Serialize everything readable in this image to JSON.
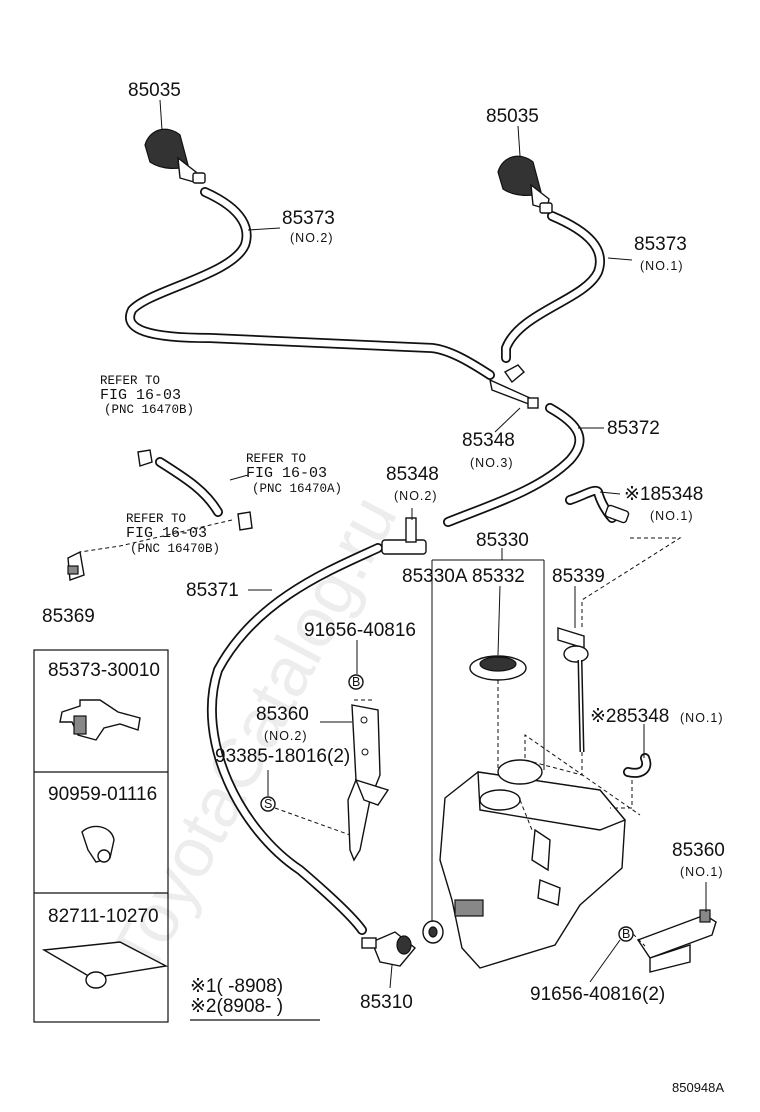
{
  "labels": {
    "nozzle_left": "85035",
    "nozzle_right": "85035",
    "hose_no2": "85373",
    "hose_no2_sub": "(NO.2)",
    "hose_no1": "85373",
    "hose_no1_sub": "(NO.1)",
    "joint_no3": "85348",
    "joint_no3_sub": "(NO.3)",
    "hose_85372": "85372",
    "joint_no2": "85348",
    "joint_no2_sub": "(NO.2)",
    "joint_no1": "※185348",
    "joint_no1_sub": "(NO.1)",
    "tank_group": "85330",
    "tank_a": "85330A",
    "cap": "85332",
    "pipe": "85339",
    "hose_85371": "85371",
    "clamp": "85369",
    "bolt_top": "91656-40816",
    "bracket_no2": "85360",
    "bracket_no2_sub": "(NO.2)",
    "screw": "93385-18016(2)",
    "joint_note2": "※285348",
    "joint_note2_sub": "(NO.1)",
    "bracket_no1": "85360",
    "bracket_no1_sub": "(NO.1)",
    "bolt_bottom": "91656-40816(2)",
    "pump": "85310",
    "ref1_l1": "REFER TO",
    "ref1_l2": "FIG 16-03",
    "ref1_l3": "(PNC 16470B)",
    "ref2_l1": "REFER TO",
    "ref2_l2": "FIG 16-03",
    "ref2_l3": "(PNC 16470A)",
    "ref3_l1": "REFER TO",
    "ref3_l2": "FIG 16-03",
    "ref3_l3": "(PNC 16470B)",
    "box1": "85373-30010",
    "box2": "90959-01116",
    "box3": "82711-10270",
    "note1": "※1(      -8908)",
    "note2": "※2(8908-       )",
    "fig_code": "850948A",
    "marker_b": "B",
    "marker_s": "S",
    "watermark": "ToyotaCatalog.ru"
  }
}
